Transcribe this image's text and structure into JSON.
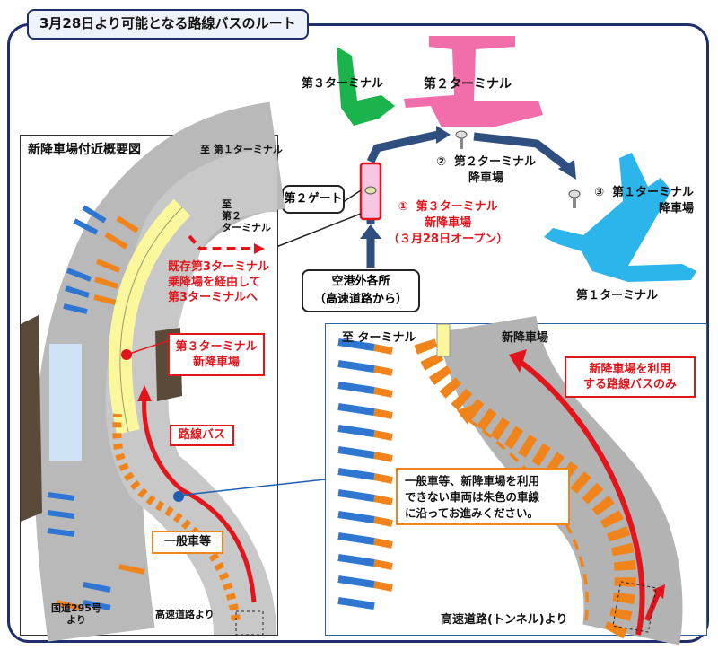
{
  "title": "3月28日より可能となる路線バスのルート",
  "terminals": {
    "t3": "第３ターミナル",
    "t2": "第２ターミナル",
    "t1": "第１ターミナル"
  },
  "stops": {
    "t2_stop": "②  第２ターミナル\n降車場",
    "t1_stop": "③  第１ターミナル\n降車場",
    "t3_new": "①  第３ターミナル\n新降車場\n（３月28日オープン）"
  },
  "gate": "第２ゲート",
  "origin_box": "空港外各所\n（高速道路から）",
  "left_panel": {
    "title": "新降車場付近概要図",
    "to_t1": "至 第１ターミナル",
    "to_t2": "至\n第２\nターミナル",
    "existing_route": "既存第3ターミナル\n乗降場を経由して\n第3ターミナルへ",
    "new_stop": "第３ターミナル\n新降車場",
    "bus_label": "路線バス",
    "general_label": "一般車等",
    "route295": "国道295号\nより",
    "expressway": "高速道路より"
  },
  "right_panel": {
    "to_terminal": "至 ターミナル",
    "new_stop": "新降車場",
    "bus_only": "新降車場を利用\nする路線バスのみ",
    "note": "一般車等、新降車場を利用\nできない車両は朱色の車線\nに沿ってお進みください。",
    "expressway_tunnel": "高速道路(トンネル)より"
  },
  "colors": {
    "frame": "#1f2f6b",
    "t3_green": "#1bb34c",
    "t2_pink": "#f26eaa",
    "t1_blue": "#2bb5ea",
    "route_arrow": "#2e4f7f",
    "bus_red": "#e3151c",
    "general_orange": "#f0841a",
    "new_stop_yellow": "#fbf79c"
  }
}
